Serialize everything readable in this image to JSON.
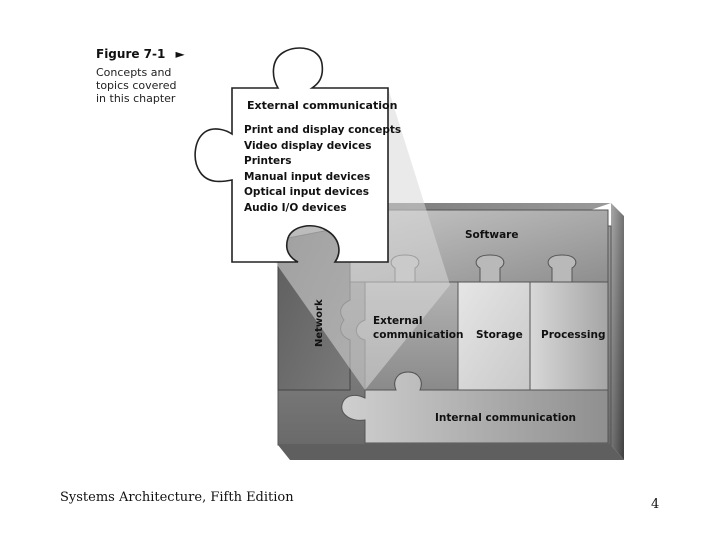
{
  "figure": {
    "title": "Figure 7-1",
    "caption_lines": [
      "Concepts and",
      "topics covered",
      "in this chapter"
    ]
  },
  "callout": {
    "heading": "External communication",
    "items": [
      "Print and display concepts",
      "Video display devices",
      "Printers",
      "Manual input devices",
      "Optical input devices",
      "Audio I/O devices"
    ]
  },
  "puzzle": {
    "software": "Software",
    "network": "Network",
    "external_line1": "External",
    "external_line2": "communication",
    "storage": "Storage",
    "processing": "Processing",
    "internal": "Internal communication"
  },
  "footer": {
    "source": "Systems Architecture, Fifth Edition",
    "page": "4"
  }
}
